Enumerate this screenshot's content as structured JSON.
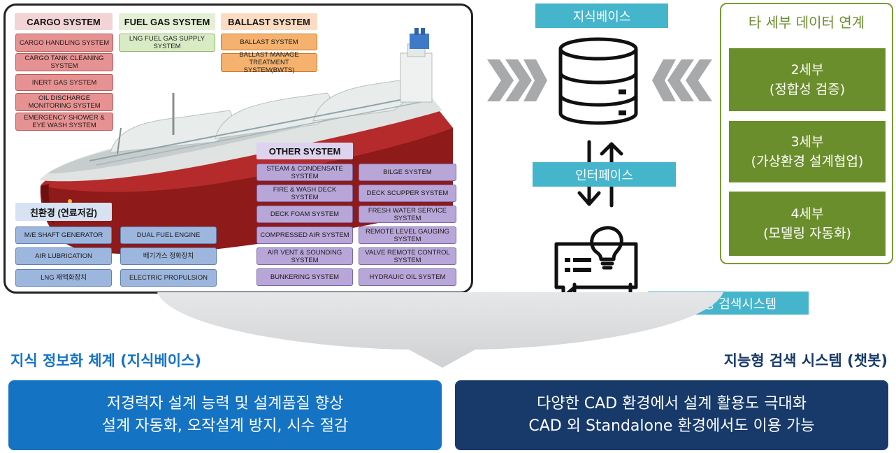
{
  "ship_panel": {
    "cargo": {
      "header": "CARGO SYSTEM",
      "items": [
        "CARGO HANDLING SYSTEM",
        "CARGO TANK CLEANING SYSTEM",
        "INERT GAS SYSTEM",
        "OIL DISCHARGE MONITORING SYSTEM",
        "EMERGENCY SHOWER & EYE WASH SYSTEM"
      ]
    },
    "fuel": {
      "header": "FUEL GAS SYSTEM",
      "items": [
        "LNG FUEL GAS SUPPLY SYSTEM"
      ]
    },
    "ballast": {
      "header": "BALLAST SYSTEM",
      "items": [
        "BALLAST SYSTEM",
        "BALLAST MANAGE TREATMENT SYSTEM(BWTS)"
      ]
    },
    "other": {
      "header": "OTHER SYSTEM",
      "left": [
        "STEAM & CONDENSATE SYSTEM",
        "FIRE & WASH DECK SYSTEM",
        "DECK FOAM SYSTEM",
        "COMPRESSED AIR SYSTEM",
        "AIR VENT & SOUNDING SYSTEM",
        "BUNKERING SYSTEM"
      ],
      "right": [
        "BILGE SYSTEM",
        "DECK SCUPPER SYSTEM",
        "FRESH WATER SERVICE SYSTEM",
        "REMOTE LEVEL GAUGING SYSTEM",
        "VALVE REMOTE CONTROL SYSTEM",
        "HYDRAUIC OIL SYSTEM"
      ]
    },
    "eco": {
      "header": "친환경 (연료저감)",
      "left": [
        "M/E SHAFT GENERATOR",
        "AIR LUBRICATION",
        "LNG 재액화장치"
      ],
      "right": [
        "DUAL FUEL ENGINE",
        "배기가스 정화장치",
        "ELECTRIC PROPULSION"
      ]
    }
  },
  "knowledge_base_label": "지식베이스",
  "interface_label": "인터페이스",
  "search_system_label": "지능형 검색시스템",
  "linkage": {
    "title": "타 세부 데이터 연계",
    "items": [
      {
        "line1": "2세부",
        "line2": "(정합성 검증)"
      },
      {
        "line1": "3세부",
        "line2": "(가상환경 설계협업)"
      },
      {
        "line1": "4세부",
        "line2": "(모델링 자동화)"
      }
    ]
  },
  "bottom": {
    "left_title": "지식 정보화 체계 (지식베이스)",
    "right_title": "지능형 검색 시스템 (챗봇)",
    "left_box": [
      "저경력자 설계 능력 및 설계품질 향상",
      "설계 자동화, 오작설계 방지, 시수 절감"
    ],
    "right_box": [
      "다양한 CAD 환경에서 설계 활용도 극대화",
      "CAD 외 Standalone 환경에서도 이용 가능"
    ]
  },
  "colors": {
    "teal": "#45b5cc",
    "green": "#6b8e2c",
    "blue_left": "#1573c4",
    "navy_right": "#173a6b"
  }
}
